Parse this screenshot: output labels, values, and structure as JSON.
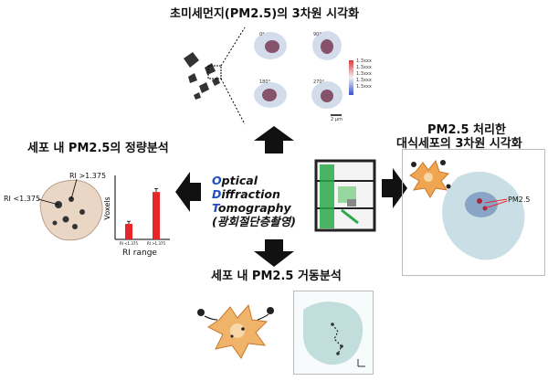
{
  "titles": {
    "top": "초미세먼지(PM2.5)의 3차원 시각화",
    "left": "세포 내 PM2.5의 정량분석",
    "right_line1": "PM2.5 처리한",
    "right_line2": "대식세포의 3차원 시각화",
    "bottom": "세포 내 PM2.5 거동분석"
  },
  "center": {
    "line1_cap": "O",
    "line1_rest": "ptical",
    "line2_cap": "D",
    "line2_rest": "iffraction",
    "line3_cap": "T",
    "line3_rest": "omography",
    "line4": "(광회절단층촬영)"
  },
  "angles": [
    "0°",
    "90°",
    "180°",
    "270°"
  ],
  "scale_bar": "2 μm",
  "colorbar_ticks": [
    "1.3xxx",
    "1.3xxx",
    "1.3xxx",
    "1.3xxx",
    "1.3xxx"
  ],
  "left_labels": {
    "gt": "RI >1.375",
    "lt": "RI <1.375"
  },
  "right_label": "PM2.5",
  "colors": {
    "accent_blue": "#1f4fbf",
    "bar_red": "#e8262a",
    "arrow_black": "#111111",
    "machine_green": "#2aa84a"
  },
  "chart_data": {
    "type": "bar",
    "categories": [
      "RI <1.375",
      "RI >1.375"
    ],
    "values": [
      18,
      55
    ],
    "xlabel": "RI range",
    "ylabel": "Voxels",
    "ylim": [
      0,
      70
    ],
    "error_bars": [
      3,
      4
    ]
  }
}
